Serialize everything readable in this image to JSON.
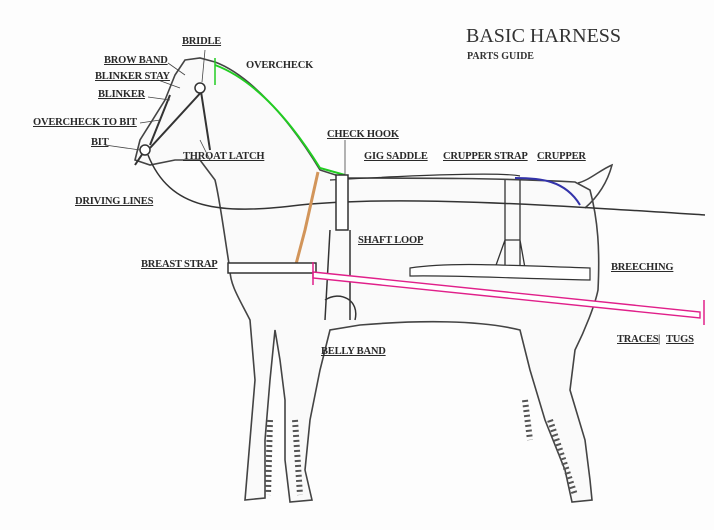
{
  "title": "BASIC HARNESS",
  "subtitle": "PARTS GUIDE",
  "labels": {
    "bridle": "BRIDLE",
    "brow_band": "BROW BAND",
    "blinker_stay": "BLINKER STAY",
    "blinker": "BLINKER",
    "overcheck": "OVERCHECK",
    "overcheck_to_bit": "OVERCHECK TO BIT",
    "bit": "BIT",
    "throat_latch": "THROAT LATCH",
    "check_hook": "CHECK HOOK",
    "gig_saddle": "GIG SADDLE",
    "crupper_strap": "CRUPPER STRAP",
    "crupper": "CRUPPER",
    "driving_lines": "DRIVING LINES",
    "shaft_loop": "SHAFT LOOP",
    "breast_strap": "BREAST STRAP",
    "breeching": "BREECHING",
    "belly_band": "BELLY BAND",
    "traces": "TRACES",
    "separator": "|",
    "tugs": "TUGS"
  },
  "colors": {
    "overcheck": "#22cc22",
    "throat_strap": "#d2955a",
    "crupper": "#3333aa",
    "traces": "#e0208a",
    "ink": "#333333"
  }
}
